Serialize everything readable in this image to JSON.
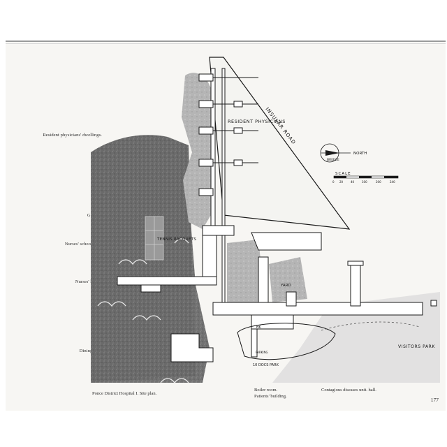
{
  "margin_labels": {
    "resident_physicians_dwellings": "Resident physicians' dwellings.",
    "garage": "Garage.",
    "nurses_school_unit": "Nurses' school unit.",
    "nurses_home": "Nurses' home.",
    "dining_hall": "Dining hall."
  },
  "captions": {
    "site_plan": "Ponce District Hospital I. Site plan.",
    "boiler_room": "Boiler room.",
    "patients_building": "Patients' building.",
    "contagious_unit": "Contagious diseases unit. hall."
  },
  "page_number": "177",
  "plan_labels": {
    "resident_physicians": "RESIDENT PHYSICIANS",
    "insular_road": "INSULAR ROAD",
    "tennis_racquets": "TENNIS RACQUETS",
    "yard": "YARD",
    "north": "NORTH",
    "breeze": "BREEZE",
    "scale": "SCALE",
    "scale_ticks": [
      "0",
      "20",
      "40",
      "100",
      "200",
      "240"
    ],
    "visitors_park": "VISITORS PARK",
    "doc_park": "10 DOCS PARK",
    "parking": "PARKING",
    "bk": "BK"
  },
  "colors": {
    "ink": "#1a1a1a",
    "dark_grey": "#555555",
    "mid_grey": "#8a8a8a",
    "light_grey": "#c9c9c9",
    "paper": "#f7f6f3"
  }
}
